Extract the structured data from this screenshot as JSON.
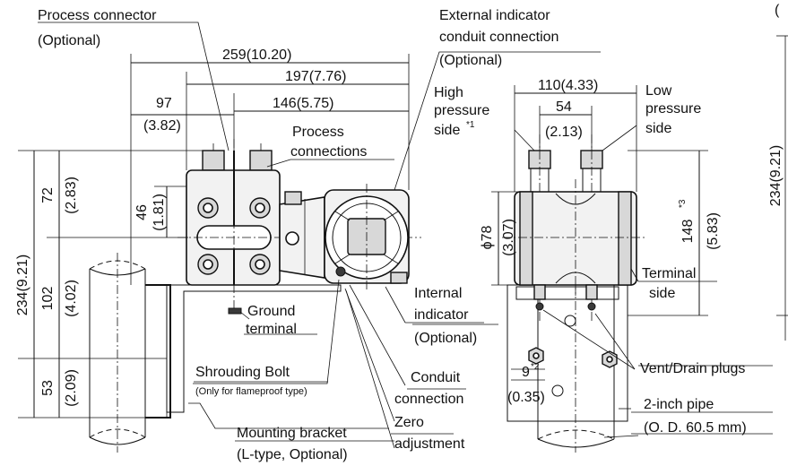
{
  "left_view": {
    "process_connector": "Process connector",
    "process_connector_opt": "(Optional)",
    "dim_total_width": "259(10.20)",
    "dim_197": "197(7.76)",
    "dim_146": "146(5.75)",
    "dim_97": "97",
    "dim_97_in": "(3.82)",
    "process_connections_1": "Process",
    "process_connections_2": "connections",
    "dim_72": "72",
    "dim_72_in": "(2.83)",
    "dim_46": "46",
    "dim_46_in": "(1.81)",
    "dim_234": "234(9.21)",
    "dim_102": "102",
    "dim_102_in": "(4.02)",
    "dim_53": "53",
    "dim_53_in": "(2.09)",
    "ground_terminal_1": "Ground",
    "ground_terminal_2": "terminal",
    "shrouding_bolt": "Shrouding Bolt",
    "shrouding_note": "(Only for flameproof type)",
    "mounting_bracket_1": "Mounting bracket",
    "mounting_bracket_2": "(L-type, Optional)",
    "ext_indicator_1": "External indicator",
    "ext_indicator_2": "conduit connection",
    "ext_indicator_3": "(Optional)",
    "internal_indicator_1": "Internal",
    "internal_indicator_2": "indicator",
    "internal_indicator_3": "(Optional)",
    "conduit_connection_1": "Conduit",
    "conduit_connection_2": "connection",
    "zero_adjustment_1": "Zero",
    "zero_adjustment_2": "adjustment"
  },
  "right_view": {
    "high_pressure_1": "High",
    "high_pressure_2": "pressure",
    "high_pressure_3": "side",
    "high_pressure_sup": "*1",
    "low_pressure_1": "Low",
    "low_pressure_2": "pressure",
    "low_pressure_3": "side",
    "dim_110": "110(4.33)",
    "dim_54": "54",
    "dim_54_in": "(2.13)",
    "dim_phi78": "ϕ78",
    "dim_phi78_in": "(3.07)",
    "dim_148": "148",
    "dim_148_sup": "*3",
    "dim_148_in": "(5.83)",
    "terminal_side_1": "Terminal",
    "terminal_side_2": "side",
    "dim_9": "9",
    "dim_9_sup": "*2",
    "dim_9_in": "(0.35)",
    "vent_drain": "Vent/Drain plugs",
    "pipe_1": "2-inch pipe",
    "pipe_2": "(O. D. 60.5 mm)",
    "dim_234_edge": "234(9.21)",
    "corner_paren": "("
  }
}
